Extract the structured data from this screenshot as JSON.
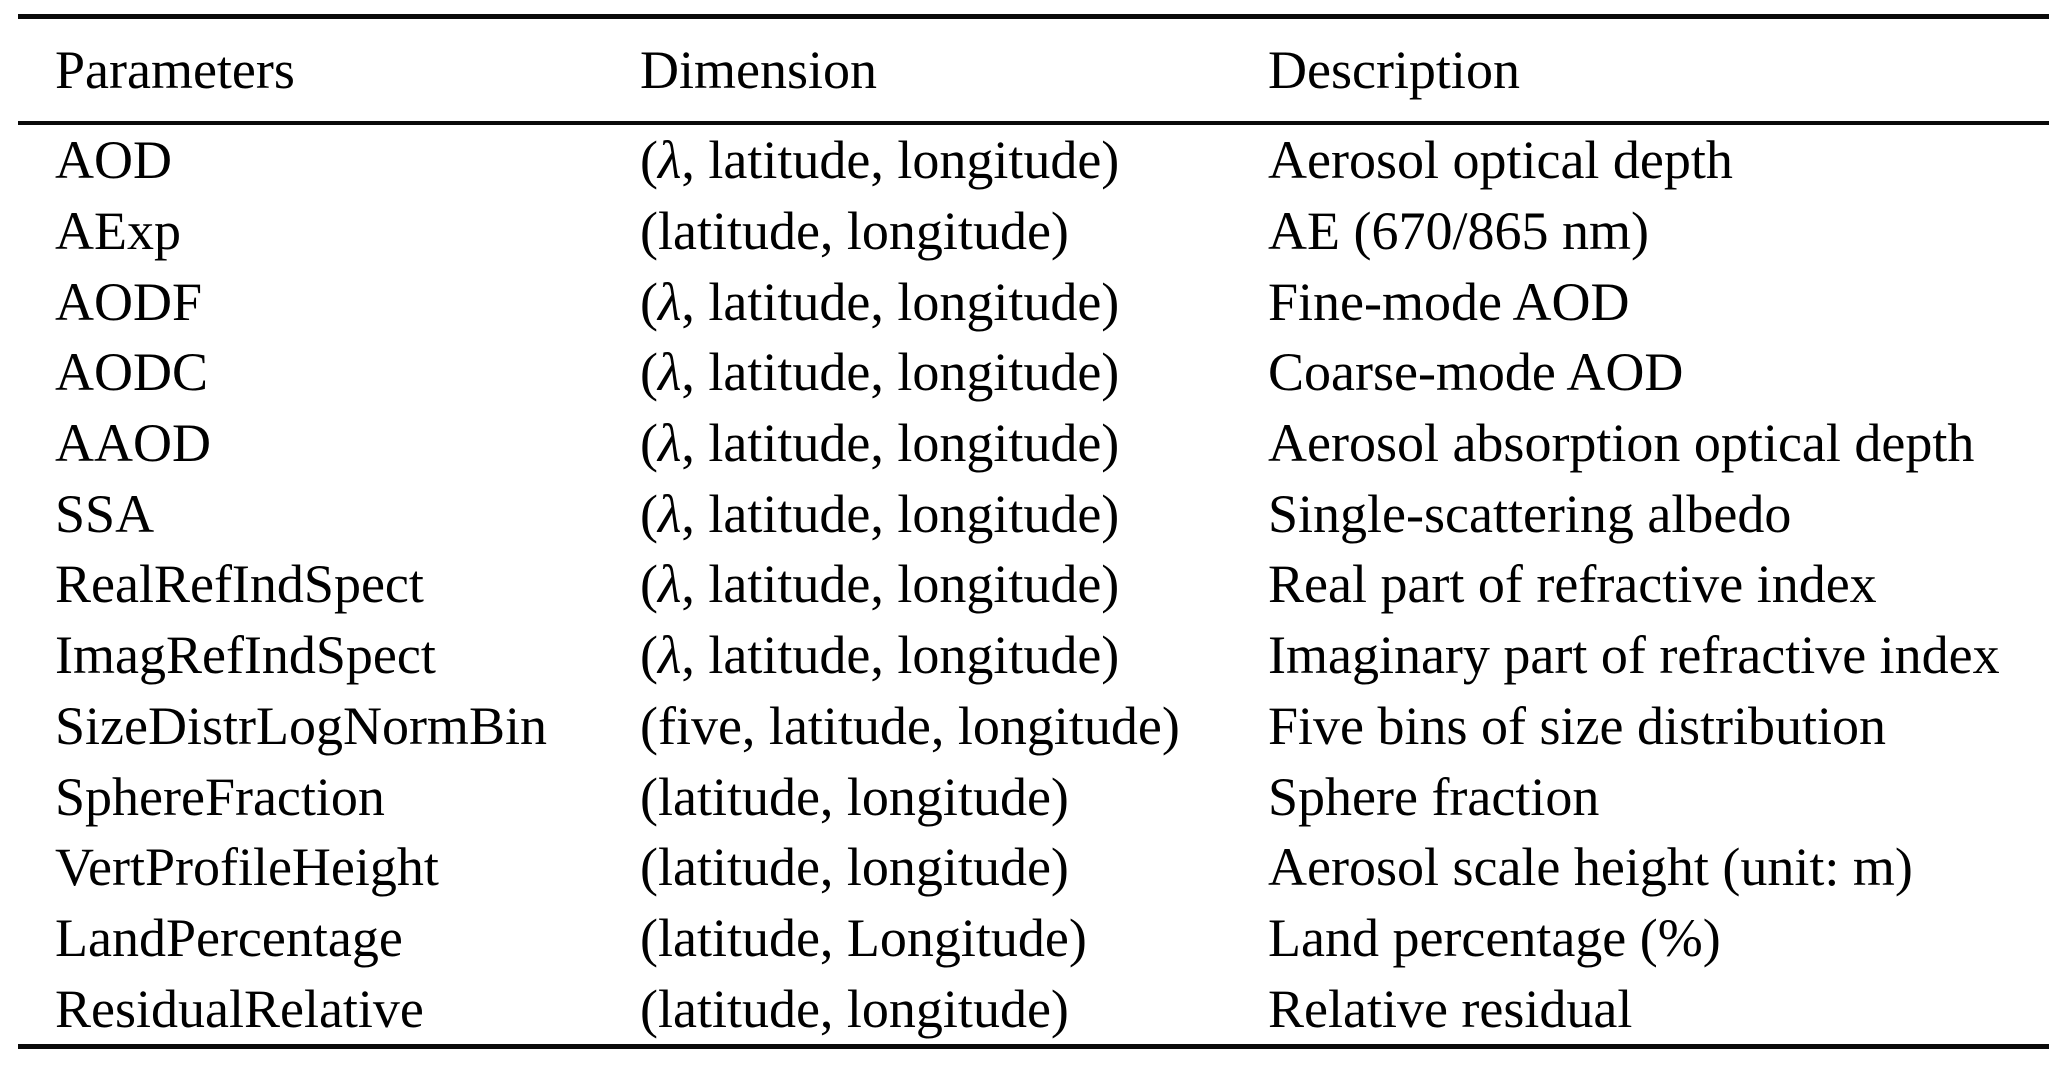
{
  "table": {
    "columns": [
      "Parameters",
      "Dimension",
      "Description"
    ],
    "rows": [
      {
        "parameter": "AOD",
        "dimension": "(λ, latitude, longitude)",
        "description": "Aerosol optical depth"
      },
      {
        "parameter": "AExp",
        "dimension": "(latitude, longitude)",
        "description": "AE (670/865 nm)"
      },
      {
        "parameter": "AODF",
        "dimension": "(λ, latitude, longitude)",
        "description": "Fine-mode AOD"
      },
      {
        "parameter": "AODC",
        "dimension": "(λ, latitude, longitude)",
        "description": "Coarse-mode AOD"
      },
      {
        "parameter": "AAOD",
        "dimension": "(λ, latitude, longitude)",
        "description": "Aerosol absorption optical depth"
      },
      {
        "parameter": "SSA",
        "dimension": "(λ, latitude, longitude)",
        "description": "Single-scattering albedo"
      },
      {
        "parameter": "RealRefIndSpect",
        "dimension": "(λ, latitude, longitude)",
        "description": "Real part of refractive index"
      },
      {
        "parameter": "ImagRefIndSpect",
        "dimension": "(λ, latitude, longitude)",
        "description": "Imaginary part of refractive index"
      },
      {
        "parameter": "SizeDistrLogNormBin",
        "dimension": "(five, latitude, longitude)",
        "description": "Five bins of size distribution"
      },
      {
        "parameter": "SphereFraction",
        "dimension": "(latitude, longitude)",
        "description": "Sphere fraction"
      },
      {
        "parameter": "VertProfileHeight",
        "dimension": "(latitude, longitude)",
        "description": "Aerosol scale height (unit: m)"
      },
      {
        "parameter": "LandPercentage",
        "dimension": "(latitude, Longitude)",
        "description": "Land percentage (%)"
      },
      {
        "parameter": "ResidualRelative",
        "dimension": "(latitude, longitude)",
        "description": "Relative residual"
      }
    ]
  }
}
